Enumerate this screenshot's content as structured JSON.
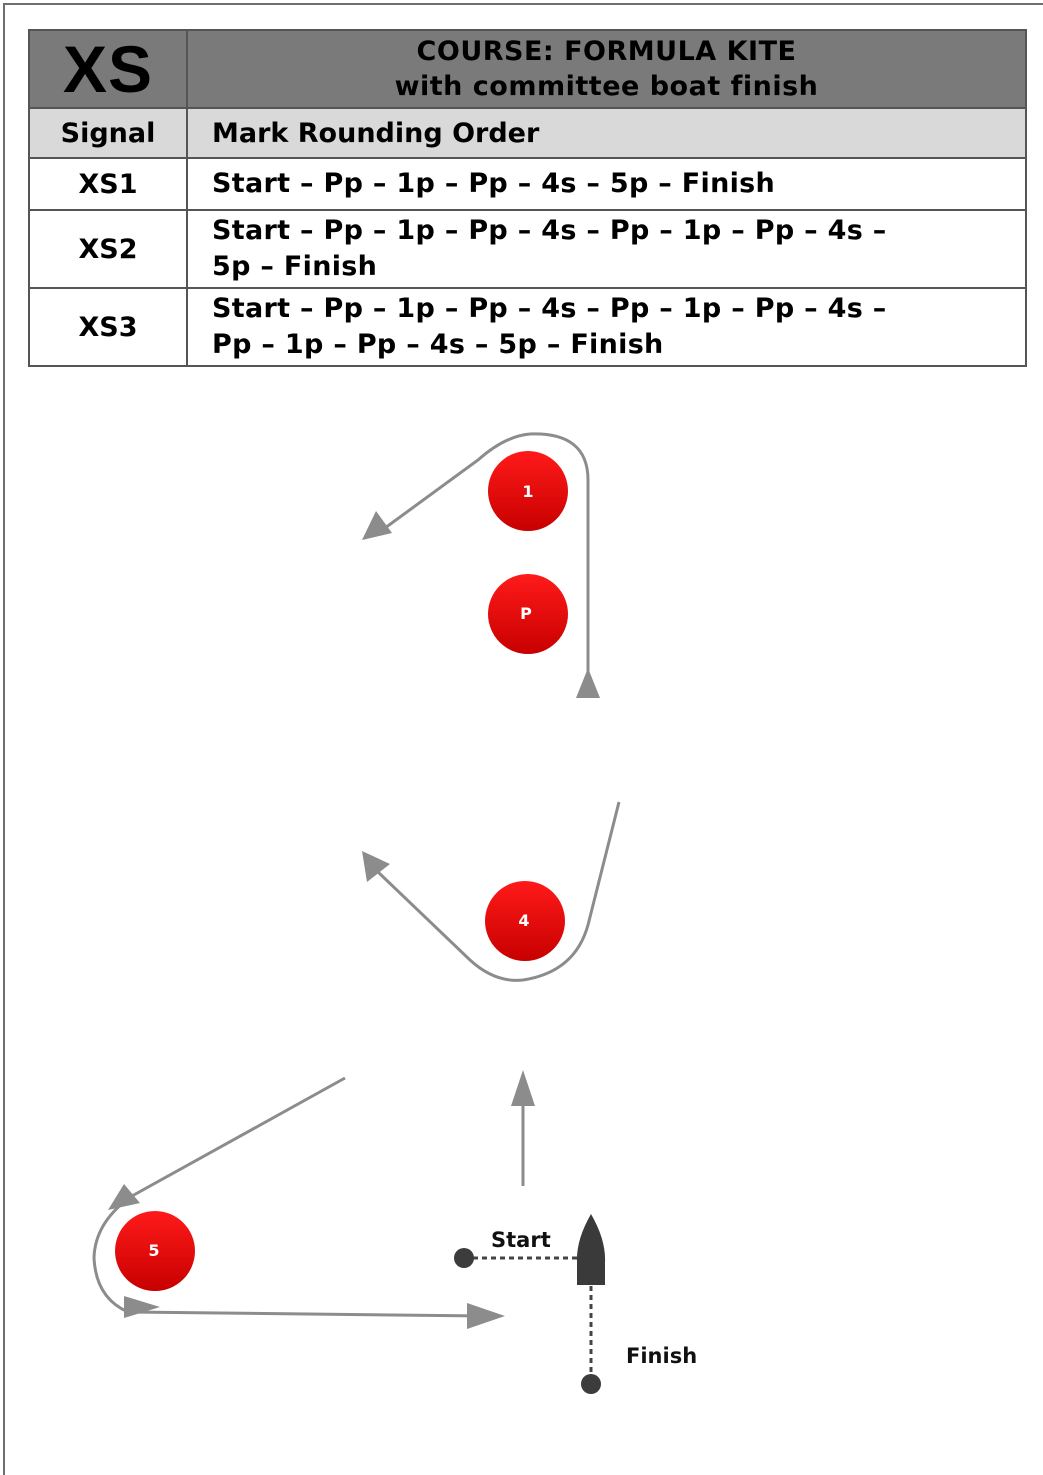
{
  "header": {
    "course_code": "XS",
    "title_line1": "COURSE: FORMULA KITE",
    "title_line2": "with committee boat finish"
  },
  "table": {
    "col_signal": "Signal",
    "col_order": "Mark Rounding Order",
    "rows": [
      {
        "signal": "XS1",
        "order_line1": "Start – Pp – 1p – Pp – 4s – 5p – Finish",
        "order_line2": ""
      },
      {
        "signal": "XS2",
        "order_line1": "Start – Pp – 1p – Pp – 4s – Pp – 1p – Pp – 4s –",
        "order_line2": "5p – Finish"
      },
      {
        "signal": "XS3",
        "order_line1": "Start – Pp – 1p – Pp – 4s – Pp – 1p – Pp – 4s –",
        "order_line2": "Pp – 1p – Pp – 4s – 5p – Finish"
      }
    ]
  },
  "marks": [
    {
      "id": "mark-1",
      "label": "1"
    },
    {
      "id": "mark-p",
      "label": "P"
    },
    {
      "id": "mark-4",
      "label": "4"
    },
    {
      "id": "mark-5",
      "label": "5"
    }
  ],
  "labels": {
    "start": "Start",
    "finish": "Finish"
  },
  "colors": {
    "mark_fill": "#e00000",
    "path": "#8c8c8c",
    "header_bg": "#7a7a7a",
    "subheader_bg": "#d9d9d9"
  },
  "icons": {
    "committee_boat": "boat-icon",
    "start_pin": "pin-buoy-icon",
    "finish_pin": "pin-buoy-icon"
  }
}
